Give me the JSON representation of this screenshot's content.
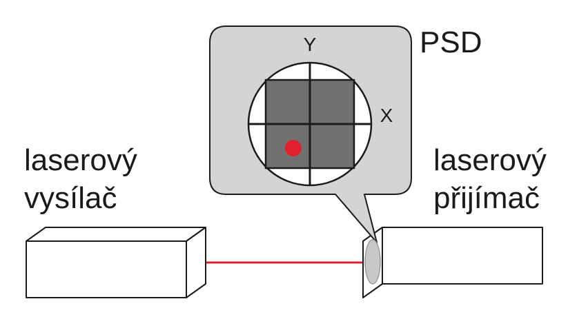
{
  "labels": {
    "transmitter_line1": "laserový",
    "transmitter_line2": "vysílač",
    "receiver_line1": "laserový",
    "receiver_line2": "přijímač",
    "psd": "PSD",
    "axis_x": "X",
    "axis_y": "Y"
  },
  "colors": {
    "laser": "#e0212b",
    "bubble_fill": "#d4d4d4",
    "quadrant_fill": "#707070",
    "stroke": "#1a1a1a",
    "lens_fill": "#c8c8c8"
  }
}
